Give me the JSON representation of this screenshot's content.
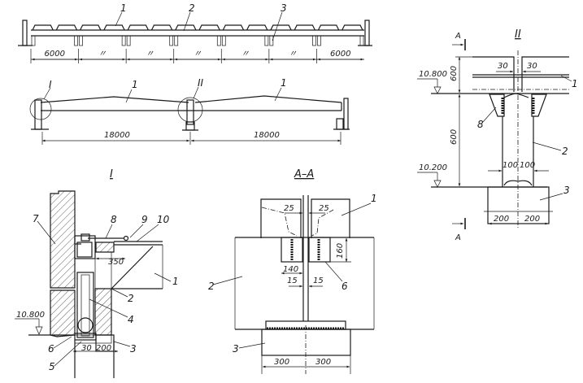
{
  "elevation": {
    "labels": [
      "1",
      "2",
      "3"
    ],
    "dims": [
      "6000",
      "〃",
      "〃",
      "〃",
      "〃",
      "〃",
      "6000"
    ]
  },
  "section": {
    "detail_marks": [
      "I",
      "II"
    ],
    "labels": [
      "1",
      "1"
    ],
    "dims": [
      "18000",
      "18000"
    ]
  },
  "detail_I": {
    "title": "I",
    "labels": {
      "l1": "1",
      "l2": "2",
      "l3": "3",
      "l4": "4",
      "l5": "5",
      "l6": "6",
      "l7": "7",
      "l8": "8",
      "l9": "9",
      "l10": "10"
    },
    "dims": {
      "d350": "350",
      "d30": "30",
      "d200": "200"
    },
    "level": "10.800"
  },
  "detail_AA": {
    "title": "A–A",
    "labels": {
      "l1": "1",
      "l2": "2",
      "l3": "3",
      "l6": "6"
    },
    "dims": {
      "d25a": "25",
      "d25b": "25",
      "d160": "160",
      "d140": "140",
      "d15a": "15",
      "d15b": "15",
      "d300a": "300",
      "d300b": "300"
    }
  },
  "detail_II": {
    "title": "II",
    "section_mark": "A",
    "labels": {
      "l1": "1",
      "l2": "2",
      "l3": "3",
      "l8": "8"
    },
    "dims": {
      "d30a": "30",
      "d30b": "30",
      "d600a": "600",
      "d600b": "600",
      "d100a": "100",
      "d100b": "100",
      "d200a": "200",
      "d200b": "200"
    },
    "levels": [
      "10.800",
      "10.200"
    ]
  }
}
